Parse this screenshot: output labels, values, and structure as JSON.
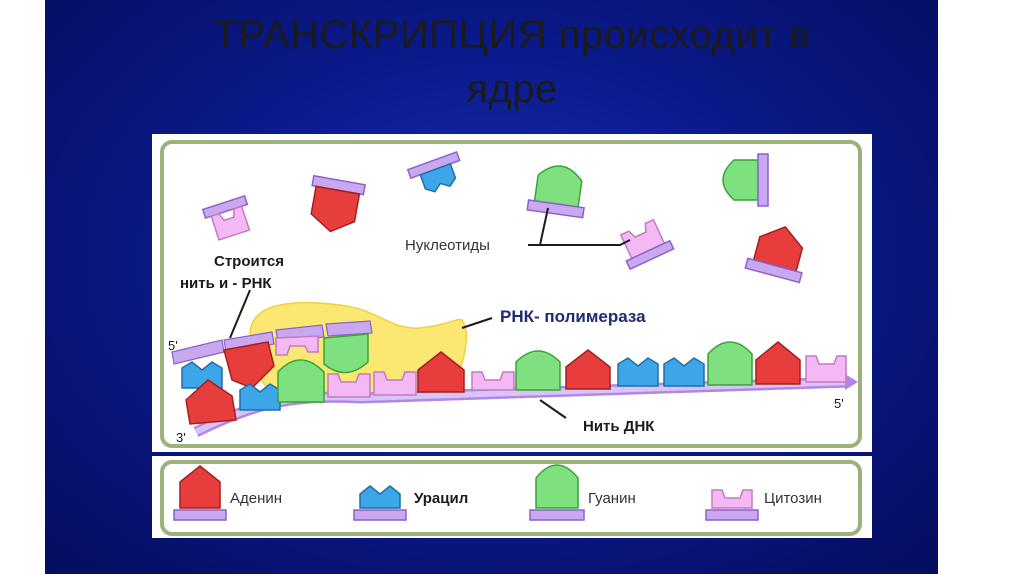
{
  "slide": {
    "title_line1": "ТРАНСКРИПЦИЯ происходит в",
    "title_line2": "ядре"
  },
  "diagram": {
    "nucleotides_label": "Нуклеотиды",
    "rna_strand_label_line1": "Строится",
    "rna_strand_label_line2": "нить и - РНК",
    "polymerase_label": "РНК- полимераза",
    "dna_strand_label": "Нить ДНК",
    "end_5_left": "5'",
    "end_3_left": "3'",
    "end_5_right": "5'"
  },
  "legend": {
    "items": [
      {
        "label": "Аденин",
        "base": "adenine"
      },
      {
        "label": "Урацил",
        "base": "uracil"
      },
      {
        "label": "Гуанин",
        "base": "guanine"
      },
      {
        "label": "Цитозин",
        "base": "cytosine"
      }
    ]
  },
  "colors": {
    "adenine": "#e83d3d",
    "uracil": "#3da6e8",
    "guanine": "#7ee07e",
    "cytosine": "#f4b8f4",
    "backbone": "#c9a8f0",
    "polymerase": "#fbe873",
    "frame_border": "#9bb37a",
    "slide_background": "#0b1a8c"
  }
}
